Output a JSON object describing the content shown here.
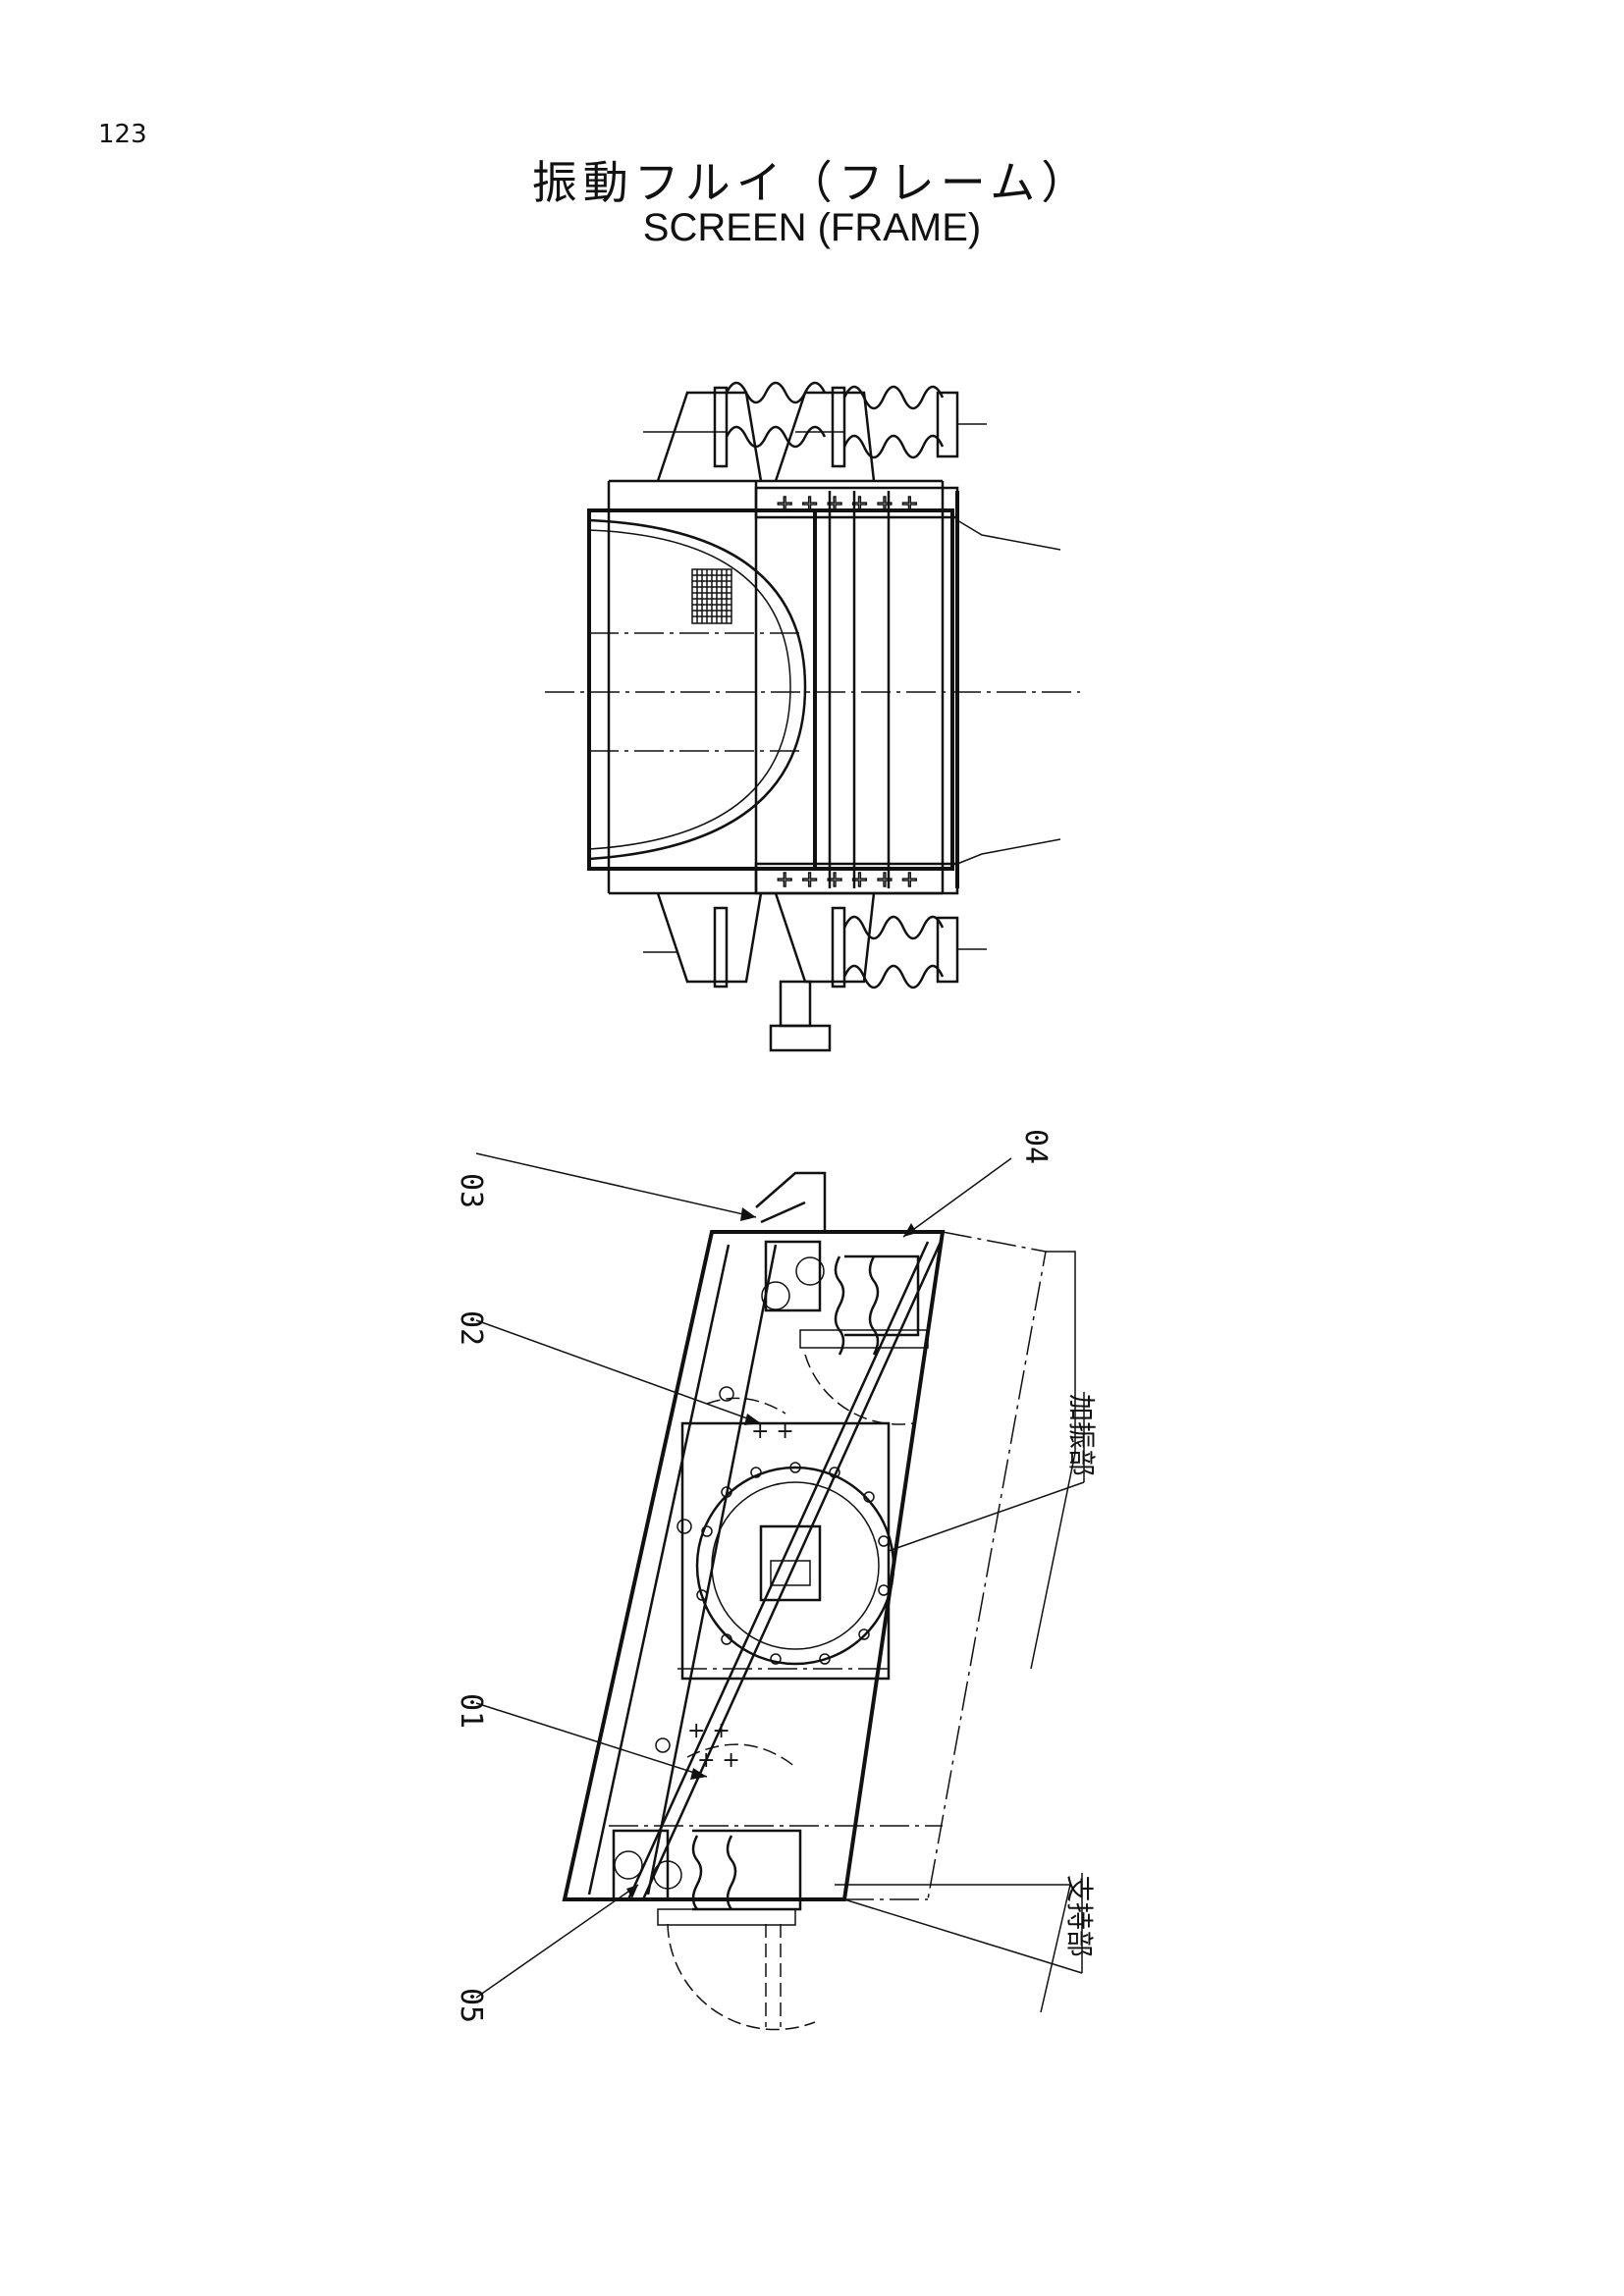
{
  "page": {
    "number": "123"
  },
  "title": {
    "ja": "振動フルイ（フレーム）",
    "en": "SCREEN (FRAME)"
  },
  "callouts": [
    "01",
    "02",
    "03",
    "04",
    "05"
  ],
  "notes": {
    "vibration_section": "加振部",
    "support_section": "支持部"
  }
}
